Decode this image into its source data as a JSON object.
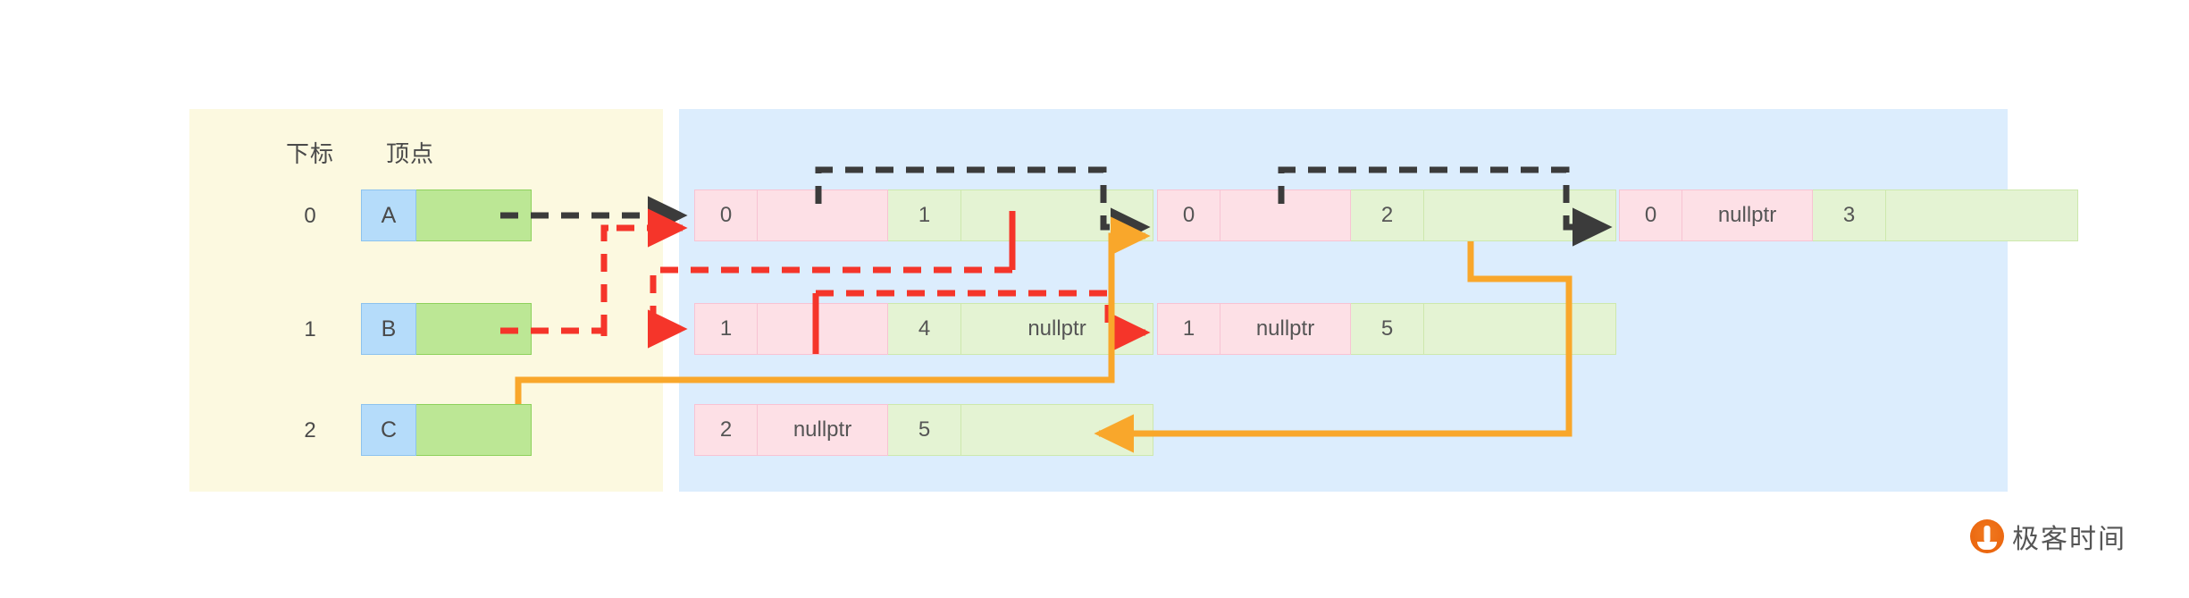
{
  "diagram": {
    "title": "Adjacency list representation of a graph",
    "panels": {
      "left_label": "vertex-table-panel",
      "right_label": "edge-list-panel"
    },
    "colors": {
      "panel_left_bg": "#fcf9e0",
      "panel_right_bg": "#dcedfd",
      "vertex_letter_bg": "#b5dcfa",
      "vertex_ptr_bg": "#bce795",
      "node_key_bg": "#fde0e6",
      "node_val_bg": "#e4f3d3",
      "arrow_black": "#3b3b3b",
      "arrow_red": "#f5352a",
      "arrow_orange": "#f9a72b",
      "text": "#4a4a4a"
    }
  },
  "headers": {
    "index": "下标",
    "vertex": "顶点"
  },
  "rows": [
    {
      "index": "0",
      "vertex": "A",
      "nodes": [
        {
          "key": "0",
          "ptr": "",
          "val": "1",
          "next": ""
        },
        {
          "key": "0",
          "ptr": "",
          "val": "2",
          "next": ""
        },
        {
          "key": "0",
          "ptr": "nullptr",
          "val": "3",
          "next": ""
        }
      ]
    },
    {
      "index": "1",
      "vertex": "B",
      "nodes": [
        {
          "key": "1",
          "ptr": "",
          "val": "4",
          "next": "nullptr"
        },
        {
          "key": "1",
          "ptr": "nullptr",
          "val": "5",
          "next": ""
        }
      ]
    },
    {
      "index": "2",
      "vertex": "C",
      "nodes": [
        {
          "key": "2",
          "ptr": "nullptr",
          "val": "5",
          "next": ""
        }
      ]
    }
  ],
  "logo": {
    "text": "极客时间",
    "mark": "geektime-logo-icon"
  }
}
